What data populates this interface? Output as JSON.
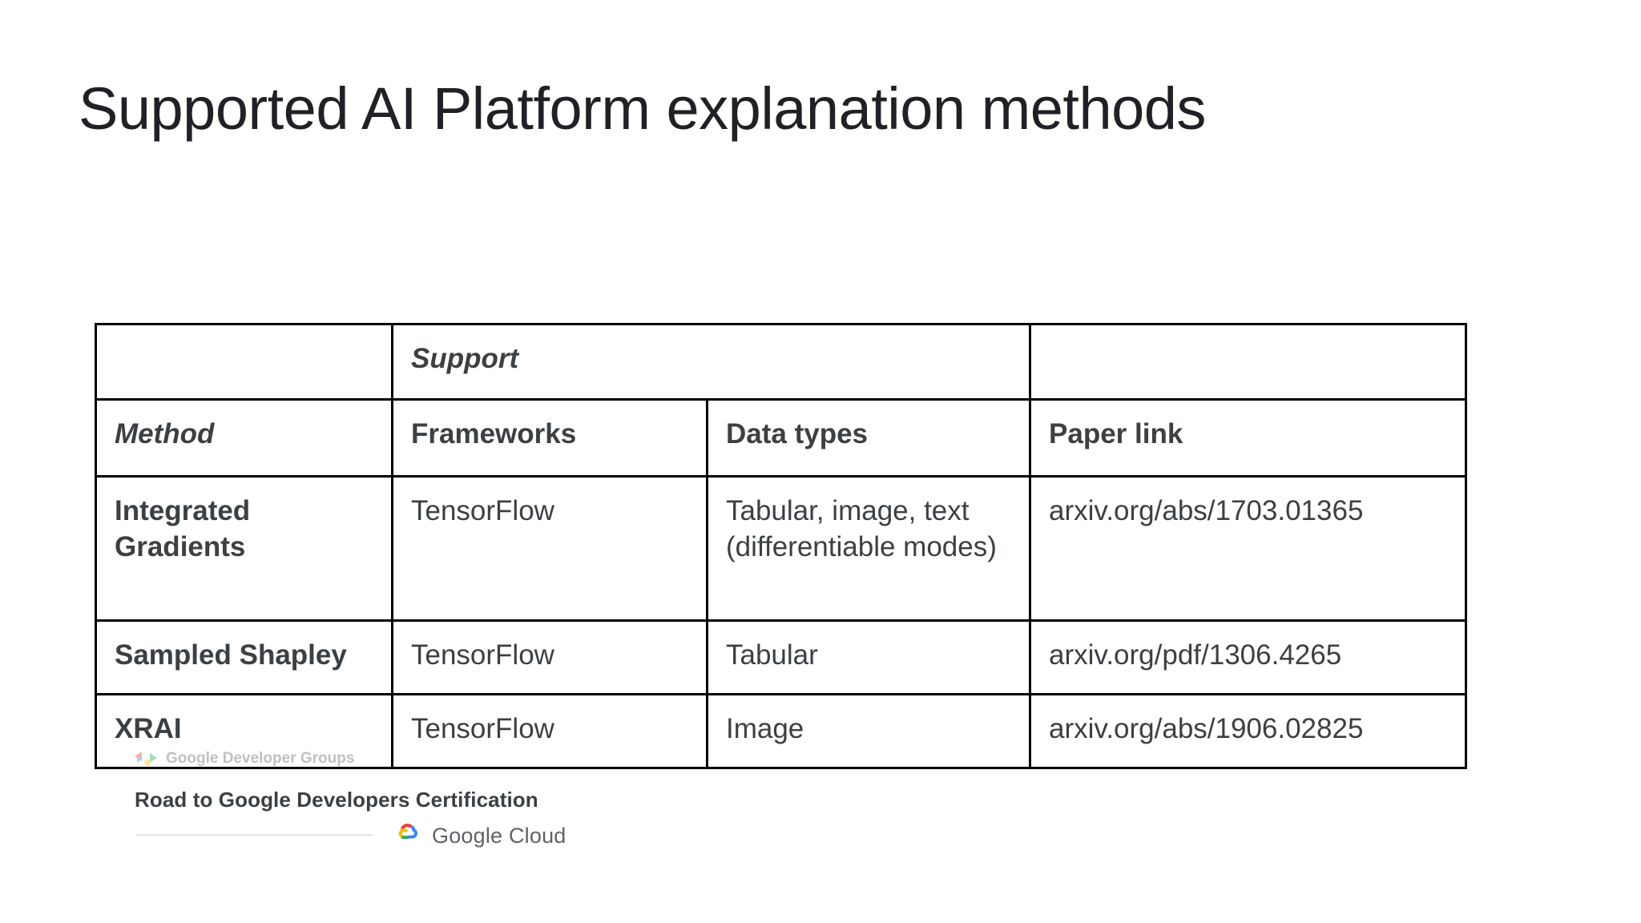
{
  "slide": {
    "title": "Supported AI Platform explanation methods",
    "background_color": "#ffffff",
    "accent_color": "#4285f4",
    "text_color": "#3c4043"
  },
  "table": {
    "group_header": {
      "label": "Support",
      "spans_columns": [
        "Frameworks",
        "Data types"
      ],
      "trailing_blank": ""
    },
    "columns": [
      {
        "key": "method",
        "label": "Method",
        "style": "blue-italic-header"
      },
      {
        "key": "frameworks",
        "label": "Frameworks",
        "style": "blue-sub-header"
      },
      {
        "key": "data_types",
        "label": "Data types",
        "style": "blue-sub-header"
      },
      {
        "key": "paper_link",
        "label": "Paper link",
        "style": "blue-sub-header"
      }
    ],
    "rows": [
      {
        "method": "Integrated Gradients",
        "frameworks": "TensorFlow",
        "data_types": "Tabular, image, text (differentiable modes)",
        "paper_link": "arxiv.org/abs/1703.01365"
      },
      {
        "method": "Sampled Shapley",
        "frameworks": "TensorFlow",
        "data_types": "Tabular",
        "paper_link": "arxiv.org/pdf/1306.4265"
      },
      {
        "method": "XRAI",
        "frameworks": "TensorFlow",
        "data_types": "Image",
        "paper_link": "arxiv.org/abs/1906.02825"
      }
    ]
  },
  "footer": {
    "gdg_logo_text": "Google Developer Groups",
    "gdg_logo_icon": "google-developer-groups-icon",
    "certification_line": "Road to Google Developers Certification",
    "google_cloud_text": "Google Cloud",
    "google_cloud_icon": "google-cloud-icon"
  }
}
